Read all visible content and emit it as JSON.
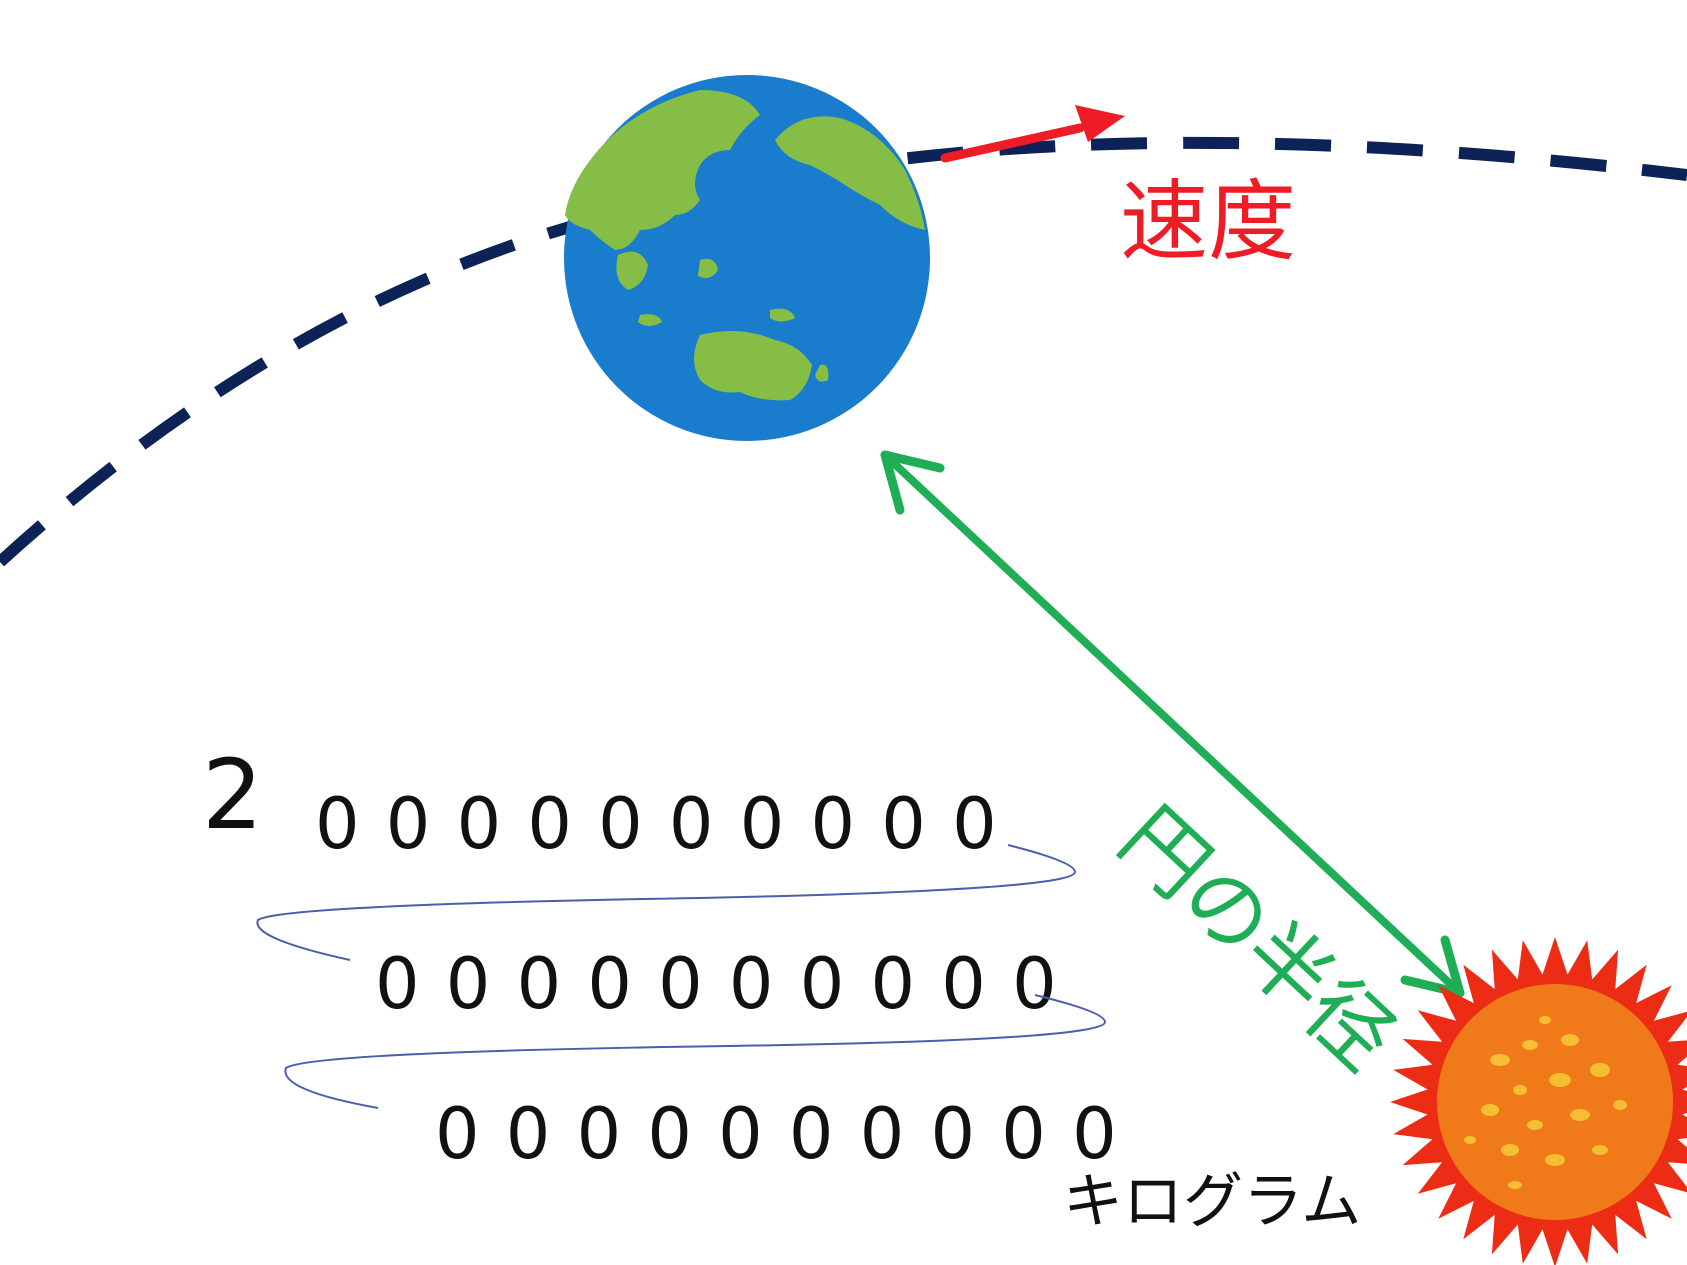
{
  "labels": {
    "velocity": "速度",
    "radius": "円の半径",
    "unit": "キログラム"
  },
  "mass_number": {
    "leading_digit": "2",
    "line1": "0 0 0 0 0 0 0 0 0 0",
    "line2": "0 0 0 0 0 0 0 0 0 0",
    "line3": "0 0 0 0 0 0 0 0 0 0"
  },
  "icons": {
    "earth": "earth-icon",
    "sun": "sun-icon"
  },
  "colors": {
    "orbit": "#0d2257",
    "velocity": "#ee1c25",
    "radius": "#1fae55",
    "ocean": "#1a7ccc",
    "land": "#86bd47",
    "sun_outer": "#ec2c14",
    "sun_inner": "#f07a1a",
    "sun_spots": "#f7c634",
    "text": "#111111",
    "squiggle": "#4b5ea8"
  }
}
